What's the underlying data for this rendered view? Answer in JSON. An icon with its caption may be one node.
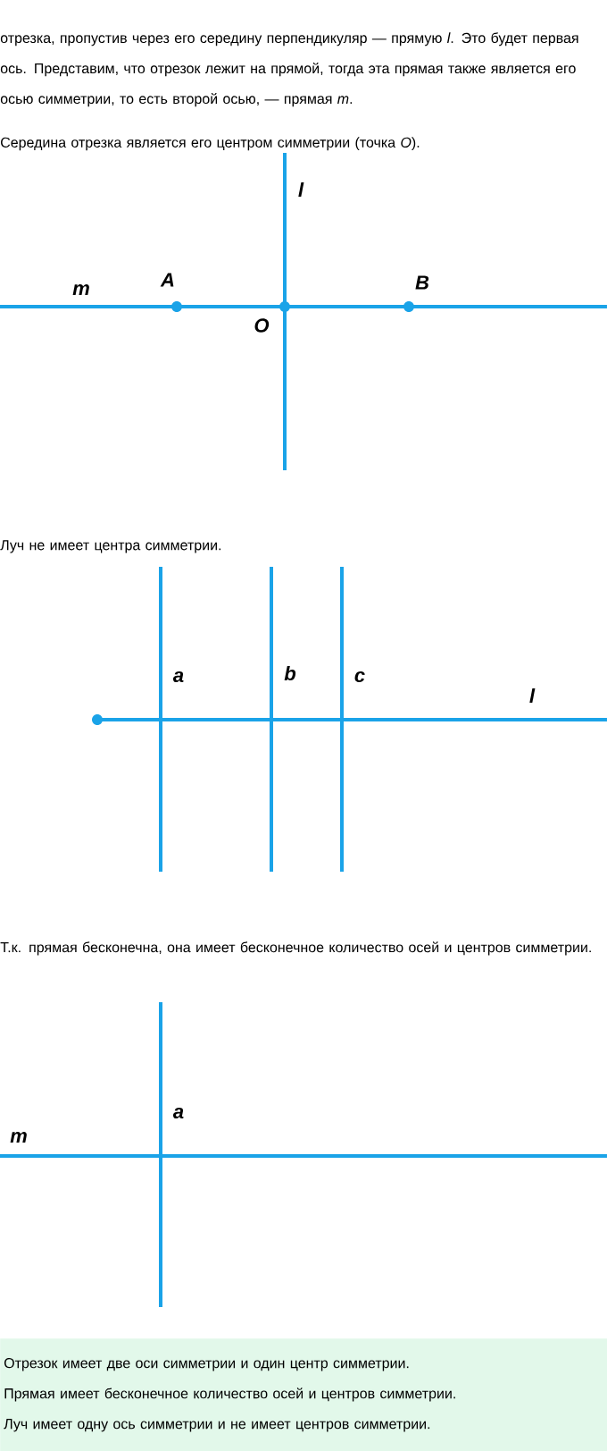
{
  "diagram": {
    "nodes": [
      {
        "text": [
          "Отрезок имеет две оси симметрии и один центр симметрии.",
          "Прямая имеет бесконечное количество осей и центров симметрии.",
          "Луч имеет одну ось симметрии и не имеет центров симметрии."
        ]
      }
    ],
    "labels": [
      "отрезка, пропустив через его середину перпендикуляр — прямую *l*. Это будет первая ось. Представим, что отрезок лежит на прямой, тогда эта прямая также является его осью симметрии, то есть второй осью, — прямая *m*.",
      "Середина отрезка является его центром симметрии (точка *O*).",
      "l",
      "m",
      "A",
      "B",
      "O",
      "Луч не имеет центра симметрии.",
      "a",
      "b",
      "c",
      "l",
      "Т.к. прямая бесконечна, она имеет бесконечное количество осей и центров симметрии.",
      "a",
      "m"
    ]
  }
}
